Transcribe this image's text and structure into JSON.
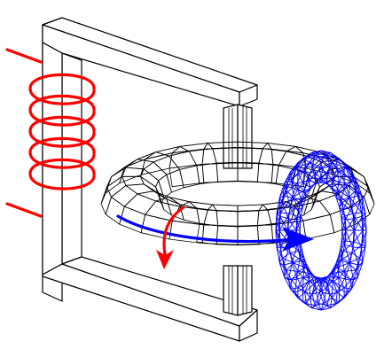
{
  "colors": {
    "primary_coil": "#ff0000",
    "flux_arrow": "#0000ff",
    "current_arrow": "#ff0000",
    "ring_mesh": "#0000ff",
    "frame_lines": "#000000",
    "background": "#ffffff"
  },
  "ring_mesh": {
    "segments": 28,
    "tube_segments": 8
  },
  "main_torus": {
    "segments": 24,
    "tube_segments": 10
  },
  "primary_coil": {
    "turns": 5
  }
}
